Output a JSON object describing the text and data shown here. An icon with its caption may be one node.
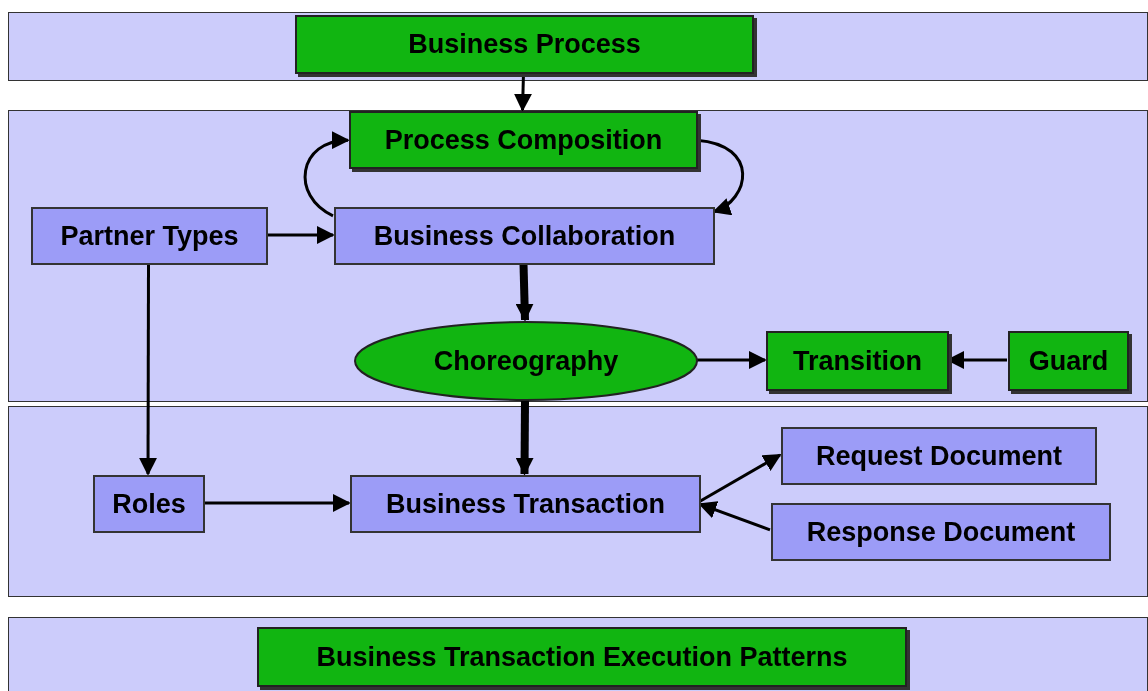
{
  "diagram": {
    "nodes": [
      {
        "text": [],
        "shape": "box"
      },
      {
        "text": [
          "Business Process"
        ],
        "in": 0
      },
      {
        "text": [],
        "shape": "box"
      },
      {
        "text": [
          "Process Composition"
        ],
        "in": 2
      },
      {
        "text": [
          "Partner Types"
        ],
        "in": 2
      },
      {
        "text": [
          "Business Collaboration"
        ],
        "in": 2
      },
      {
        "text": [
          "Choreography"
        ],
        "in": 2
      },
      {
        "text": [
          "Transition"
        ],
        "in": 2
      },
      {
        "text": [
          "Guard"
        ],
        "in": 2
      },
      {
        "text": [],
        "shape": "box"
      },
      {
        "text": [
          "Request Document"
        ],
        "in": 9
      },
      {
        "text": [
          "Roles"
        ],
        "in": 9
      },
      {
        "text": [
          "Business Transaction"
        ],
        "in": 9
      },
      {
        "text": [
          "Response Document"
        ],
        "in": 9
      },
      {
        "text": [],
        "shape": "box"
      },
      {
        "text": [
          "Business Transaction Execution Patterns"
        ],
        "in": 14
      }
    ],
    "edges": [
      {
        "from": 1,
        "to": 3,
        "arrow": "to"
      },
      {
        "from": 3,
        "to": 5,
        "arrow": "to"
      },
      {
        "from": 5,
        "to": 3,
        "arrow": "to"
      },
      {
        "from": 4,
        "to": 5,
        "arrow": "to"
      },
      {
        "from": 5,
        "to": 6,
        "arrow": "to",
        "style": "thick"
      },
      {
        "from": 6,
        "to": 7,
        "arrow": "to"
      },
      {
        "from": 8,
        "to": 7,
        "arrow": "to"
      },
      {
        "from": 6,
        "to": 12,
        "arrow": "to",
        "style": "thick"
      },
      {
        "from": 4,
        "to": 11,
        "arrow": "to"
      },
      {
        "from": 11,
        "to": 12,
        "arrow": "to"
      },
      {
        "from": 12,
        "to": 10,
        "arrow": "to"
      },
      {
        "from": 13,
        "to": 12,
        "arrow": "to"
      }
    ]
  }
}
